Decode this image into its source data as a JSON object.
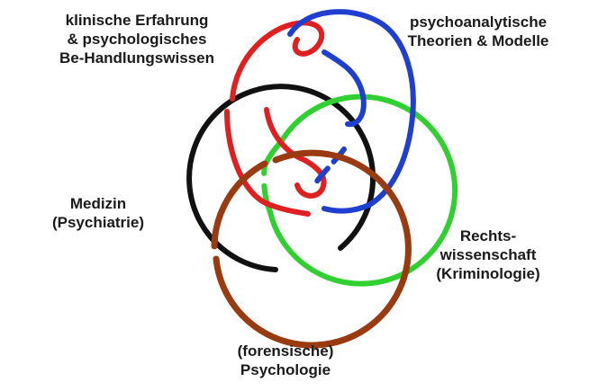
{
  "labels": {
    "clinical": {
      "line1": "klinische Erfahrung",
      "line2": "& psychologisches",
      "line3": "Be-Handlungswissen",
      "color": "#e02020"
    },
    "psychoanalytic": {
      "line1": "psychoanalytische",
      "line2": "Theorien & Modelle",
      "color": "#1f3fd0"
    },
    "medicine": {
      "line1": "Medizin",
      "line2": "(Psychiatrie)",
      "color": "#111111"
    },
    "law": {
      "line1": "Rechts-",
      "line2": "wissenschaft",
      "line3": "(Kriminologie)",
      "color": "#2fd02f"
    },
    "psychology": {
      "line1": "(forensische)",
      "line2": "Psychologie",
      "color": "#9a3a10"
    }
  }
}
